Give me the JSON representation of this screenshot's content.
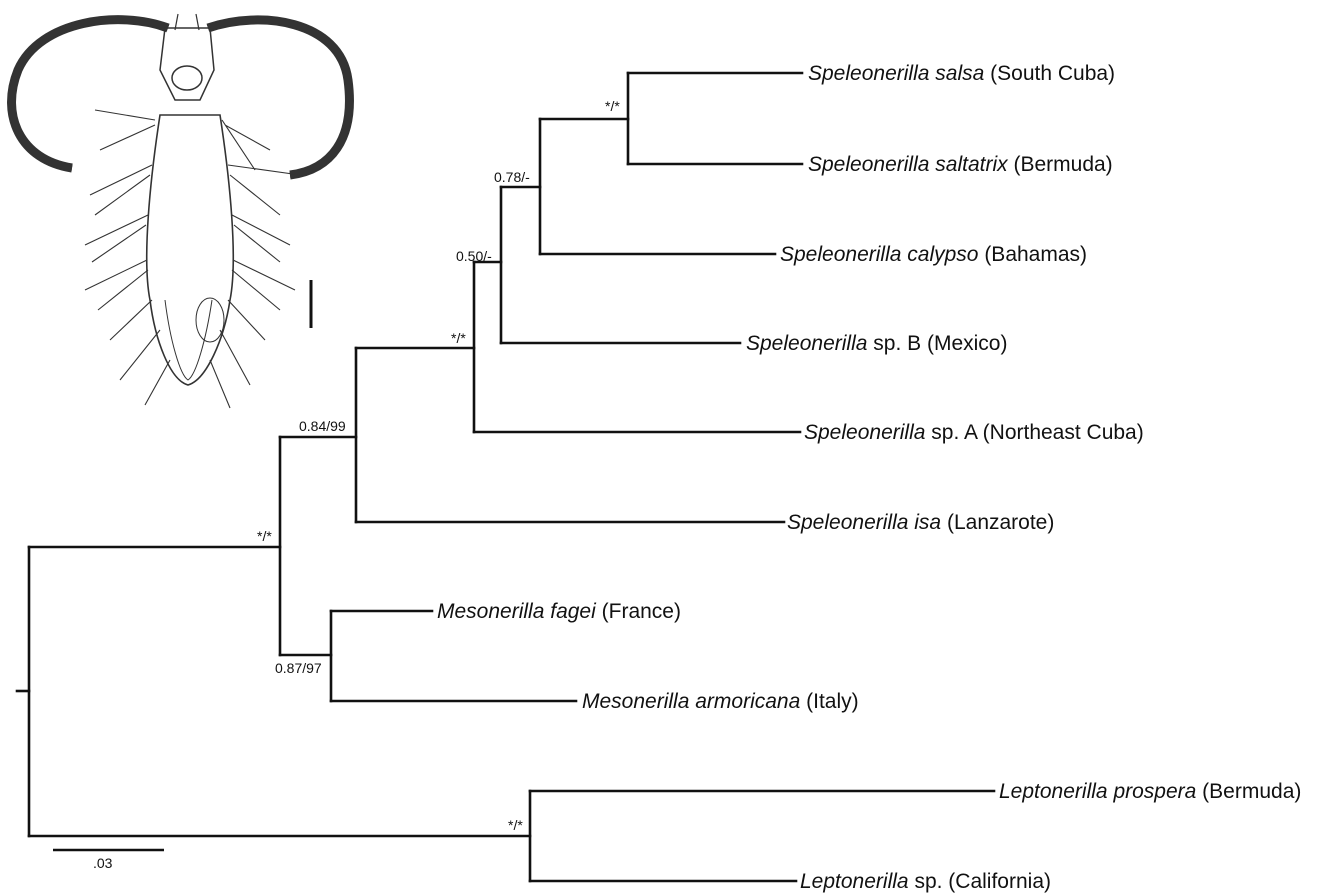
{
  "taxa": [
    {
      "genus": "Speleonerilla",
      "epithet": "salsa",
      "locality": "(South Cuba)"
    },
    {
      "genus": "Speleonerilla",
      "epithet": "saltatrix",
      "locality": "(Bermuda)"
    },
    {
      "genus": "Speleonerilla",
      "epithet": "calypso",
      "locality": "(Bahamas)"
    },
    {
      "genus": "Speleonerilla",
      "epithet": "sp. B",
      "locality": "(Mexico)"
    },
    {
      "genus": "Speleonerilla",
      "epithet": "sp. A",
      "locality": "(Northeast Cuba)"
    },
    {
      "genus": "Speleonerilla",
      "epithet": "isa",
      "locality": "(Lanzarote)"
    },
    {
      "genus": "Mesonerilla",
      "epithet": "fagei",
      "locality": "(France)"
    },
    {
      "genus": "Mesonerilla",
      "epithet": "armoricana",
      "locality": "(Italy)"
    },
    {
      "genus": "Leptonerilla",
      "epithet": "prospera",
      "locality": "(Bermuda)"
    },
    {
      "genus": "Leptonerilla",
      "epithet": "sp.",
      "locality": "(California)"
    }
  ],
  "support": {
    "salsa_saltatrix": "*/*",
    "calypso_clade": "0.78/-",
    "spB_clade": "0.50/-",
    "spA_clade": "*/*",
    "speleonerilla": "0.84/99",
    "speleo_meso": "*/*",
    "mesonerilla": "0.87/97",
    "leptonerilla": "*/*"
  },
  "scale_label": ".03"
}
